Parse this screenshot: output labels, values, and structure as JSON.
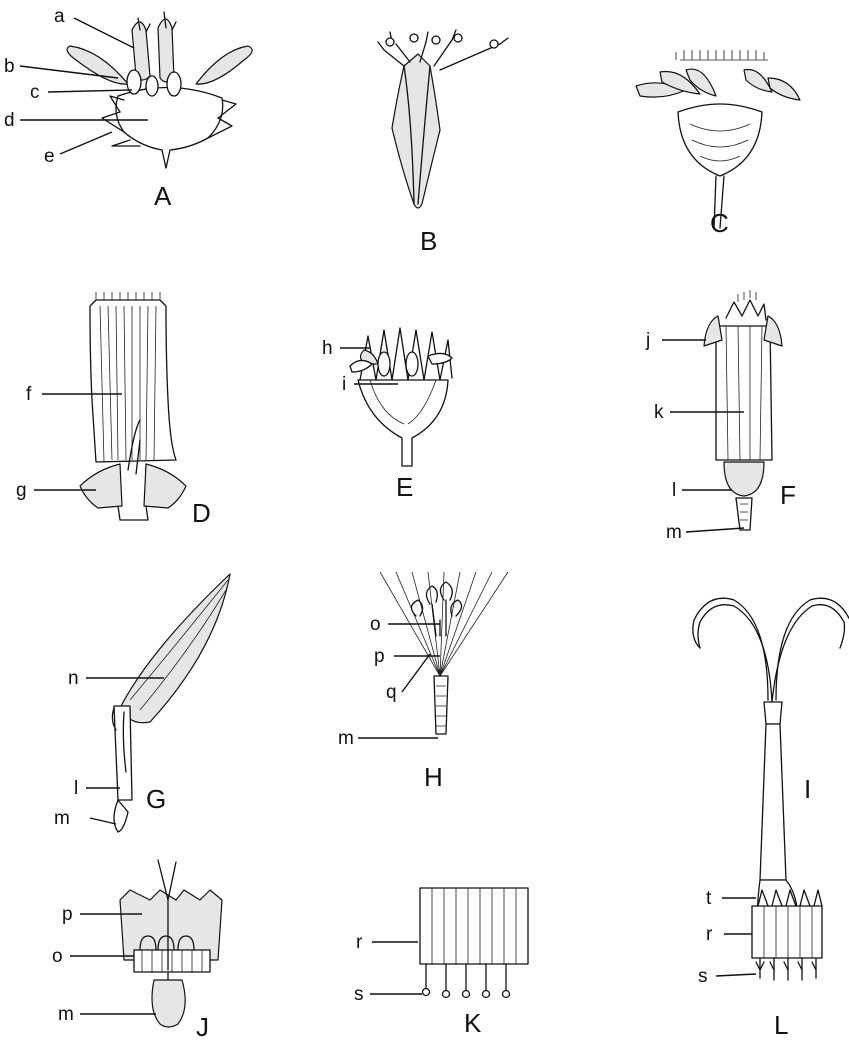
{
  "panels": [
    "A",
    "B",
    "C",
    "D",
    "E",
    "F",
    "G",
    "H",
    "I",
    "J",
    "K",
    "L"
  ],
  "parts": {
    "A": [
      "a",
      "b",
      "c",
      "d",
      "e"
    ],
    "D": [
      "f",
      "g"
    ],
    "E": [
      "h",
      "i"
    ],
    "F": [
      "j",
      "k",
      "l",
      "m"
    ],
    "G": [
      "n",
      "l",
      "m"
    ],
    "H": [
      "o",
      "p",
      "q",
      "m"
    ],
    "J": [
      "p",
      "o",
      "m"
    ],
    "K": [
      "r",
      "s"
    ],
    "L": [
      "t",
      "r",
      "s"
    ]
  }
}
